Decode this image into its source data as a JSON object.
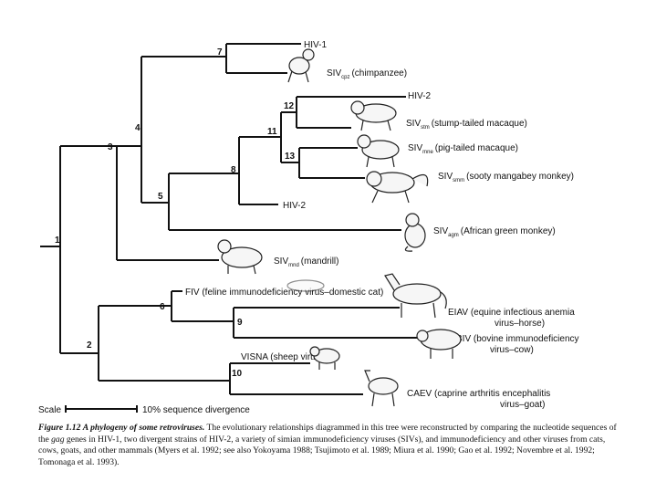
{
  "tree": {
    "taxa": {
      "hiv1": "HIV-1",
      "sivcpz_main": "SIV",
      "sivcpz_sub": "cpz",
      "sivcpz_tail": "(chimpanzee)",
      "hiv2a": "HIV-2",
      "sivstm_main": "SIV",
      "sivstm_sub": "stm",
      "sivstm_tail": "(stump-tailed macaque)",
      "sivmne_main": "SIV",
      "sivmne_sub": "mne",
      "sivmne_tail": "(pig-tailed macaque)",
      "sivsmm_main": "SIV",
      "sivsmm_sub": "smm",
      "sivsmm_tail": "(sooty mangabey monkey)",
      "hiv2b": "HIV-2",
      "sivagm_main": "SIV",
      "sivagm_sub": "agm",
      "sivagm_tail": "(African green monkey)",
      "sivmnd_main": "SIV",
      "sivmnd_sub": "mnd",
      "sivmnd_tail": "(mandrill)",
      "fiv": "FIV (feline immunodeficiency virus–domestic cat)",
      "eiav_1": "EIAV (equine infectious anemia",
      "eiav_2": "virus–horse)",
      "biv_1": "BIV (bovine immunodeficiency",
      "biv_2": "virus–cow)",
      "visna": "VISNA (sheep virus)",
      "caev_1": "CAEV (caprine arthritis encephalitis",
      "caev_2": "virus–goat)"
    },
    "nodes": [
      "1",
      "2",
      "3",
      "4",
      "5",
      "6",
      "7",
      "8",
      "9",
      "10",
      "11",
      "12",
      "13"
    ],
    "scale": {
      "label": "Scale",
      "text": "10% sequence divergence"
    },
    "animal_icons": [
      "chimpanzee-icon",
      "macaque-icon",
      "pig-tailed-macaque-icon",
      "mangabey-icon",
      "green-monkey-icon",
      "mandrill-icon",
      "cat-icon",
      "horse-icon",
      "cow-icon",
      "sheep-icon",
      "goat-icon"
    ]
  },
  "caption": {
    "label": "Figure 1.12",
    "title": "A phylogeny of some retroviruses.",
    "body_1": "The evolutionary relationships diagrammed in this tree were reconstructed by comparing the nucleotide sequences of the ",
    "gene": "gag",
    "body_2": " genes in HIV-1, two divergent strains of HIV-2, a variety of simian immunodeficiency viruses (SIVs), and immunodeficiency and other viruses from cats, cows, goats, and other mammals (Myers et al. 1992; see also Yokoyama 1988; Tsujimoto et al. 1989; Miura et al. 1990; Gao et al. 1992; Novembre et al. 1992; Tomonaga et al. 1993)."
  }
}
